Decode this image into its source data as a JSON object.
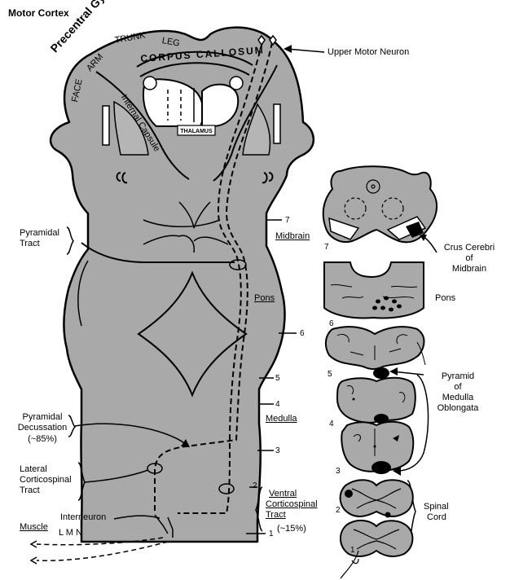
{
  "title": "Motor Cortex",
  "cortex": {
    "precentral_gyrus": "Precentral Gyrus",
    "face": "FACE",
    "arm": "ARM",
    "trunk": "TRUNK",
    "leg": "LEG",
    "corpus_callosum": "CORPUS CALLOSUM",
    "internal_capsule": "Internal Capsule",
    "thalamus": "THALAMUS"
  },
  "labels": {
    "upper_motor_neuron": "Upper Motor Neuron",
    "pyramidal_tract_1": "Pyramidal",
    "pyramidal_tract_2": "Tract",
    "midbrain": "Midbrain",
    "pons": "Pons",
    "medulla": "Medulla",
    "pyramidal_decussation_1": "Pyramidal",
    "pyramidal_decussation_2": "Decussation",
    "pyramidal_decussation_3": "(~85%)",
    "lateral_cst_1": "Lateral",
    "lateral_cst_2": "Corticospinal",
    "lateral_cst_3": "Tract",
    "interneuron": "Interneuron",
    "muscle": "Muscle",
    "lmn": "L M N",
    "ventral_cst_1": "Ventral",
    "ventral_cst_2": "Corticospinal",
    "ventral_cst_3": "Tract",
    "ventral_cst_4": "(~15%)",
    "crus_cerebri_1": "Crus Cerebri",
    "crus_cerebri_2": "of",
    "crus_cerebri_3": "Midbrain",
    "section_pons": "Pons",
    "pyramid_medulla_1": "Pyramid",
    "pyramid_medulla_2": "of",
    "pyramid_medulla_3": "Medulla",
    "pyramid_medulla_4": "Oblongata",
    "spinal_cord_1": "Spinal",
    "spinal_cord_2": "Cord"
  },
  "level_numbers": {
    "n7": "7",
    "n6": "6",
    "n5": "5",
    "n4": "4",
    "n3": "3",
    "n2": "2",
    "n1": "1",
    "s7": "7",
    "s6": "6",
    "s5": "5",
    "s4": "4",
    "s3": "3",
    "s2": "2",
    "s1": "1"
  },
  "colors": {
    "tissue": "#a9a9a9",
    "outline": "#000000",
    "background": "#ffffff"
  }
}
